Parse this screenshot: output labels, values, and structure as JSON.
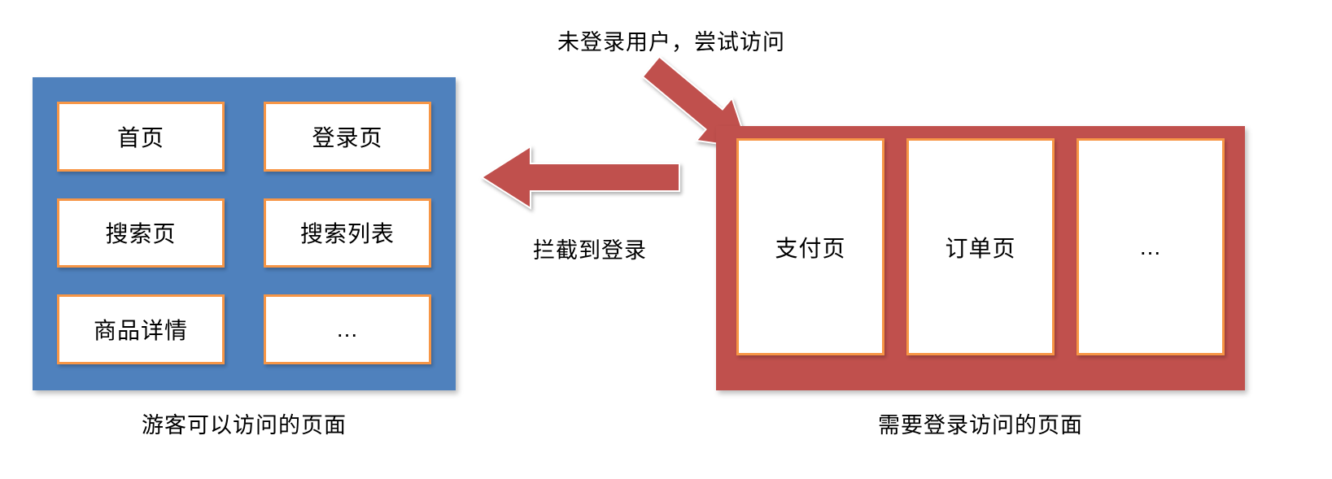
{
  "labels": {
    "attempt": "未登录用户，尝试访问",
    "intercept": "拦截到登录"
  },
  "guest_group": {
    "caption": "游客可以访问的页面",
    "items": [
      "首页",
      "登录页",
      "搜索页",
      "搜索列表",
      "商品详情",
      "..."
    ]
  },
  "auth_group": {
    "caption": "需要登录访问的页面",
    "items": [
      "支付页",
      "订单页",
      "..."
    ]
  },
  "colors": {
    "guest_panel": "#4f81bd",
    "auth_panel": "#c0504d",
    "node_border": "#f79646",
    "node_fill": "#ffffff",
    "arrow_fill": "#c0504d",
    "text": "#000000"
  }
}
